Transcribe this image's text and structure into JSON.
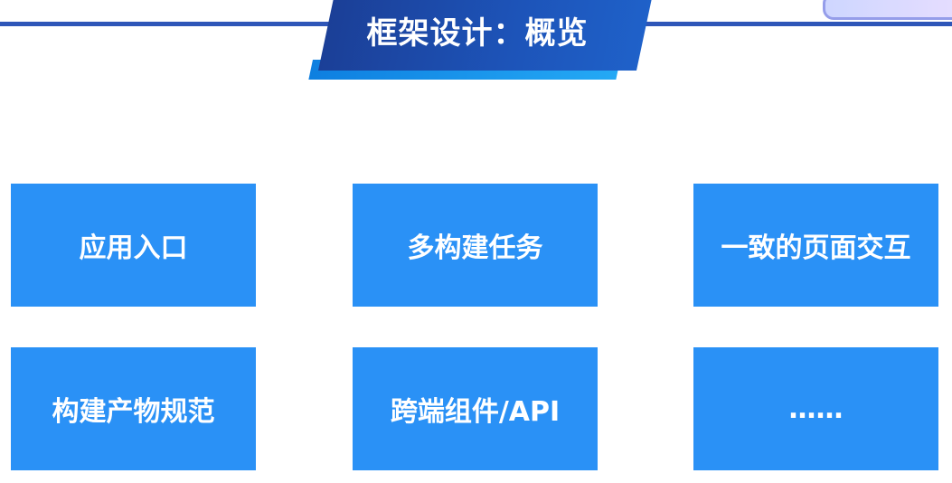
{
  "title": "框架设计：概览",
  "colors": {
    "title_banner": "#1d54b9",
    "banner_accent": "#24a9f5",
    "rule_line": "#2e56b8",
    "block_fill": "#2a91f6",
    "block_text": "#ffffff"
  },
  "logo_icon": "brand-logo",
  "blocks": [
    {
      "label": "应用入口"
    },
    {
      "label": "多构建任务"
    },
    {
      "label": "一致的页面交互"
    },
    {
      "label": "构建产物规范"
    },
    {
      "label": "跨端组件/API"
    },
    {
      "label": "……"
    }
  ]
}
